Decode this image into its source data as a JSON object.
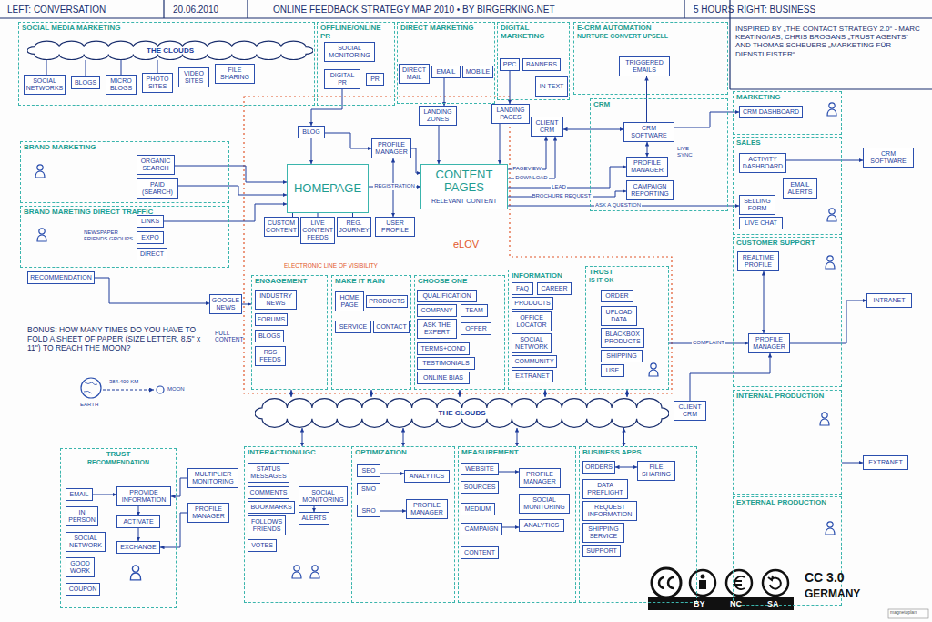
{
  "diagram": {
    "title": "ONLINE FEEDBACK STRATEGY MAP 2010 • BY BIRGERKING.NET",
    "nodes": [
      {
        "text": [
          "SOCIAL MEDIA MARKETING"
        ]
      },
      {
        "text": [
          "THE CLOUDS"
        ],
        "in": 0
      },
      {
        "text": [
          "SOCIAL NETWORKS"
        ],
        "in": 0
      },
      {
        "text": [
          "BLOGS"
        ],
        "in": 0
      },
      {
        "text": [
          "MICRO BLOGS"
        ],
        "in": 0
      },
      {
        "text": [
          "PHOTO SITES"
        ],
        "in": 0
      },
      {
        "text": [
          "VIDEO SITES"
        ],
        "in": 0
      },
      {
        "text": [
          "FILE SHARING"
        ],
        "in": 0
      },
      {
        "text": [
          "OFFLINE/ONLINE PR"
        ]
      },
      {
        "text": [
          "SOCIAL MONITORING"
        ],
        "in": 8
      },
      {
        "text": [
          "DIGITAL PR"
        ],
        "in": 8
      },
      {
        "text": [
          "PR"
        ],
        "in": 8
      },
      {
        "text": [
          "DIRECT MARKETING"
        ]
      },
      {
        "text": [
          "DIRECT MAIL"
        ],
        "in": 12
      },
      {
        "text": [
          "EMAIL"
        ],
        "in": 12
      },
      {
        "text": [
          "MOBILE"
        ],
        "in": 12
      },
      {
        "text": [
          "DIGITAL MARKETING"
        ]
      },
      {
        "text": [
          "PPC"
        ],
        "in": 16
      },
      {
        "text": [
          "BANNERS"
        ],
        "in": 16
      },
      {
        "text": [
          "IN TEXT"
        ],
        "in": 16
      },
      {
        "text": [
          "E-CRM AUTOMATION",
          "NURTURE CONVERT UPSELL"
        ]
      },
      {
        "text": [
          "TRIGGERED EMAILS"
        ],
        "in": 20
      },
      {
        "text": [
          "BLOG"
        ]
      },
      {
        "text": [
          "PROFILE MANAGER"
        ]
      },
      {
        "text": [
          "LANDING ZONES"
        ]
      },
      {
        "text": [
          "LANDING PAGES"
        ]
      },
      {
        "text": [
          "HOMEPAGE"
        ]
      },
      {
        "text": [
          "CUSTOM CONTENT"
        ]
      },
      {
        "text": [
          "LIVE CONTENT FEEDS"
        ]
      },
      {
        "text": [
          "REG. JOURNEY"
        ]
      },
      {
        "text": [
          "USER PROFILE"
        ]
      },
      {
        "text": [
          "CONTENT PAGES",
          "RELEVANT CONTENT"
        ]
      },
      {
        "text": [
          "CLIENT CRM"
        ]
      },
      {
        "text": [
          "CRM"
        ]
      },
      {
        "text": [
          "CRM SOFTWARE"
        ],
        "in": 33
      },
      {
        "text": [
          "PROFILE MANAGER"
        ],
        "in": 33
      },
      {
        "text": [
          "CAMPAIGN REPORTING"
        ],
        "in": 33
      },
      {
        "text": [
          "BRAND MARKETING"
        ]
      },
      {
        "text": [
          "ORGANIC SEARCH"
        ],
        "in": 37
      },
      {
        "text": [
          "PAID (SEARCH)"
        ],
        "in": 37
      },
      {
        "text": [
          "BRAND MARETING DIRECT TRAFFIC"
        ]
      },
      {
        "text": [
          "LINKS"
        ],
        "in": 40
      },
      {
        "text": [
          "EXPO"
        ],
        "in": 40
      },
      {
        "text": [
          "DIRECT"
        ],
        "in": 40
      },
      {
        "text": [
          "RECOMMENDATION"
        ]
      },
      {
        "text": [
          "GOOGLE NEWS"
        ]
      },
      {
        "text": [
          "ENGAGEMENT"
        ]
      },
      {
        "text": [
          "INDUSTRY NEWS"
        ],
        "in": 46
      },
      {
        "text": [
          "FORUMS"
        ],
        "in": 46
      },
      {
        "text": [
          "BLOGS"
        ],
        "in": 46
      },
      {
        "text": [
          "RSS FEEDS"
        ],
        "in": 46
      },
      {
        "text": [
          "MAKE IT RAIN"
        ]
      },
      {
        "text": [
          "HOME PAGE"
        ],
        "in": 51
      },
      {
        "text": [
          "PRODUCTS"
        ],
        "in": 51
      },
      {
        "text": [
          "SERVICE"
        ],
        "in": 51
      },
      {
        "text": [
          "CONTACT"
        ],
        "in": 51
      },
      {
        "text": [
          "CHOOSE ONE"
        ]
      },
      {
        "text": [
          "QUALIFICATION"
        ],
        "in": 56
      },
      {
        "text": [
          "COMPANY"
        ],
        "in": 56
      },
      {
        "text": [
          "TEAM"
        ],
        "in": 56
      },
      {
        "text": [
          "ASK THE EXPERT"
        ],
        "in": 56
      },
      {
        "text": [
          "OFFER"
        ],
        "in": 56
      },
      {
        "text": [
          "TERMS+COND"
        ],
        "in": 56
      },
      {
        "text": [
          "TESTIMONIALS"
        ],
        "in": 56
      },
      {
        "text": [
          "ONLINE BIAS"
        ],
        "in": 56
      },
      {
        "text": [
          "INFORMATION"
        ]
      },
      {
        "text": [
          "FAQ"
        ],
        "in": 65
      },
      {
        "text": [
          "CAREER"
        ],
        "in": 65
      },
      {
        "text": [
          "PRODUCTS"
        ],
        "in": 65
      },
      {
        "text": [
          "OFFICE LOCATOR"
        ],
        "in": 65
      },
      {
        "text": [
          "SOCIAL NETWORK"
        ],
        "in": 65
      },
      {
        "text": [
          "COMMUNITY"
        ],
        "in": 65
      },
      {
        "text": [
          "EXTRANET"
        ],
        "in": 65
      },
      {
        "text": [
          "TRUST",
          "IS IT OK"
        ]
      },
      {
        "text": [
          "ORDER"
        ],
        "in": 73
      },
      {
        "text": [
          "UPLOAD DATA"
        ],
        "in": 73
      },
      {
        "text": [
          "BLACKBOX PRODUCTS"
        ],
        "in": 73
      },
      {
        "text": [
          "SHIPPING"
        ],
        "in": 73
      },
      {
        "text": [
          "USE"
        ],
        "in": 73
      },
      {
        "text": [
          "THE CLOUDS"
        ]
      },
      {
        "text": [
          "TRUST",
          "RECOMMENDATION"
        ]
      },
      {
        "text": [
          "EMAIL"
        ],
        "in": 80
      },
      {
        "text": [
          "IN PERSON"
        ],
        "in": 80
      },
      {
        "text": [
          "SOCIAL NETWORK"
        ],
        "in": 80
      },
      {
        "text": [
          "GOOD WORK"
        ],
        "in": 80
      },
      {
        "text": [
          "COUPON"
        ],
        "in": 80
      },
      {
        "text": [
          "PROVIDE INFORMATION"
        ],
        "in": 80
      },
      {
        "text": [
          "ACTIVATE"
        ],
        "in": 80
      },
      {
        "text": [
          "EXCHANGE"
        ],
        "in": 80
      },
      {
        "text": [
          "MULTIPLIER MONITORING"
        ]
      },
      {
        "text": [
          "PROFILE MANAGER"
        ]
      },
      {
        "text": [
          "INTERACTION/UGC"
        ]
      },
      {
        "text": [
          "STATUS MESSAGES"
        ],
        "in": 91
      },
      {
        "text": [
          "COMMENTS"
        ],
        "in": 91
      },
      {
        "text": [
          "BOOKMARKS"
        ],
        "in": 91
      },
      {
        "text": [
          "FOLLOWS FRIENDS"
        ],
        "in": 91
      },
      {
        "text": [
          "VOTES"
        ],
        "in": 91
      },
      {
        "text": [
          "SOCIAL MONITORING"
        ],
        "in": 91
      },
      {
        "text": [
          "ALERTS"
        ],
        "in": 91
      },
      {
        "text": [
          "OPTIMIZATION"
        ]
      },
      {
        "text": [
          "SEO"
        ],
        "in": 99
      },
      {
        "text": [
          "SMO"
        ],
        "in": 99
      },
      {
        "text": [
          "SRO"
        ],
        "in": 99
      },
      {
        "text": [
          "ANALYTICS"
        ],
        "in": 99
      },
      {
        "text": [
          "PROFILE MANAGER"
        ],
        "in": 99
      },
      {
        "text": [
          "MEASUREMENT"
        ]
      },
      {
        "text": [
          "WEBSITE"
        ],
        "in": 105
      },
      {
        "text": [
          "SOURCES"
        ],
        "in": 105
      },
      {
        "text": [
          "MEDIUM"
        ],
        "in": 105
      },
      {
        "text": [
          "CAMPAIGN"
        ],
        "in": 105
      },
      {
        "text": [
          "CONTENT"
        ],
        "in": 105
      },
      {
        "text": [
          "PROFILE MANAGER"
        ],
        "in": 105
      },
      {
        "text": [
          "SOCIAL MONITORING"
        ],
        "in": 105
      },
      {
        "text": [
          "ANALYTICS"
        ],
        "in": 105
      },
      {
        "text": [
          "BUSINESS APPS"
        ]
      },
      {
        "text": [
          "ORDERS"
        ],
        "in": 114
      },
      {
        "text": [
          "FILE SHARING"
        ],
        "in": 114
      },
      {
        "text": [
          "DATA PREFLIGHT"
        ],
        "in": 114
      },
      {
        "text": [
          "REQUEST INFORMATION"
        ],
        "in": 114
      },
      {
        "text": [
          "SHIPPING SERVICE"
        ],
        "in": 114
      },
      {
        "text": [
          "SUPPORT"
        ],
        "in": 114
      },
      {
        "text": [
          "CLIENT CRM"
        ]
      },
      {
        "text": [
          "MARKETING"
        ]
      },
      {
        "text": [
          "CRM DASHBOARD"
        ],
        "in": 122
      },
      {
        "text": [
          "SALES"
        ]
      },
      {
        "text": [
          "ACTIVITY DASHBOARD"
        ],
        "in": 124
      },
      {
        "text": [
          "SELLING FORM"
        ],
        "in": 124
      },
      {
        "text": [
          "EMAIL ALERTS"
        ],
        "in": 124
      },
      {
        "text": [
          "LIVE CHAT"
        ],
        "in": 124
      },
      {
        "text": [
          "CUSTOMER SUPPORT"
        ]
      },
      {
        "text": [
          "REALTIME PROFILE"
        ],
        "in": 129
      },
      {
        "text": [
          "PROFILE MANAGER"
        ],
        "in": 129
      },
      {
        "text": [
          "INTERNAL PRODUCTION"
        ]
      },
      {
        "text": [
          "EXTERNAL PRODUCTION"
        ]
      },
      {
        "text": [
          "CRM SOFTWARE"
        ]
      },
      {
        "text": [
          "INTRANET"
        ]
      },
      {
        "text": [
          "EXTRANET"
        ]
      }
    ],
    "edges": [
      {
        "from": 1,
        "to": 2,
        "arrow": "none"
      },
      {
        "from": 1,
        "to": 3,
        "arrow": "none"
      },
      {
        "from": 1,
        "to": 4,
        "arrow": "none"
      },
      {
        "from": 1,
        "to": 5,
        "arrow": "none"
      },
      {
        "from": 10,
        "to": 22,
        "arrow": "to"
      },
      {
        "from": 14,
        "to": 24,
        "arrow": "to"
      },
      {
        "from": 17,
        "to": 25,
        "arrow": "to"
      },
      {
        "from": 22,
        "to": 26,
        "arrow": "to"
      },
      {
        "from": 22,
        "to": 23,
        "arrow": "to"
      },
      {
        "from": 24,
        "to": 31,
        "arrow": "to"
      },
      {
        "from": 25,
        "to": 31,
        "arrow": "to"
      },
      {
        "from": 23,
        "to": 31,
        "arrow": "to"
      },
      {
        "from": 23,
        "to": 30,
        "arrow": "both"
      },
      {
        "from": 26,
        "to": 31,
        "label": "REGISTRATION",
        "arrow": "to"
      },
      {
        "from": 26,
        "to": 27,
        "arrow": "none"
      },
      {
        "from": 26,
        "to": 28,
        "arrow": "none"
      },
      {
        "from": 26,
        "to": 29,
        "arrow": "none"
      },
      {
        "from": 31,
        "to": 32,
        "label": "PAGEVIEW",
        "arrow": "to"
      },
      {
        "from": 31,
        "to": 32,
        "label": "DOWNLOAD",
        "arrow": "to"
      },
      {
        "from": 31,
        "to": 35,
        "label": "LEAD",
        "arrow": "to"
      },
      {
        "from": 31,
        "to": 36,
        "label": "BROCHURE REQUEST",
        "arrow": "to"
      },
      {
        "from": 31,
        "to": 126,
        "label": "ASK A QUESTION",
        "arrow": "to"
      },
      {
        "from": 32,
        "to": 34,
        "arrow": "both"
      },
      {
        "from": 34,
        "to": 21,
        "arrow": "to"
      },
      {
        "from": 34,
        "to": 35,
        "arrow": "both"
      },
      {
        "from": 34,
        "to": 123,
        "arrow": "to"
      },
      {
        "from": 125,
        "to": 134,
        "arrow": "to"
      },
      {
        "from": 130,
        "to": 131,
        "arrow": "both"
      },
      {
        "from": 73,
        "to": 131,
        "label": "COMPLAINT",
        "arrow": "to"
      },
      {
        "from": 121,
        "to": 131,
        "arrow": "to"
      },
      {
        "from": 131,
        "to": 135,
        "arrow": "to"
      },
      {
        "from": 132,
        "to": 136,
        "arrow": "to"
      },
      {
        "from": 38,
        "to": 26,
        "arrow": "to"
      },
      {
        "from": 39,
        "to": 26,
        "arrow": "to"
      },
      {
        "from": 41,
        "to": 26,
        "arrow": "to"
      },
      {
        "from": 44,
        "to": 45,
        "arrow": "to"
      },
      {
        "from": 45,
        "to": 46,
        "arrow": "to"
      },
      {
        "from": 79,
        "to": 46,
        "arrow": "both"
      },
      {
        "from": 79,
        "to": 51,
        "arrow": "both"
      },
      {
        "from": 79,
        "to": 56,
        "arrow": "both"
      },
      {
        "from": 79,
        "to": 65,
        "arrow": "both"
      },
      {
        "from": 79,
        "to": 73,
        "arrow": "both"
      },
      {
        "from": 79,
        "to": 91,
        "arrow": "both"
      },
      {
        "from": 79,
        "to": 99,
        "arrow": "both"
      },
      {
        "from": 79,
        "to": 105,
        "arrow": "both"
      },
      {
        "from": 79,
        "to": 114,
        "arrow": "both"
      },
      {
        "from": 81,
        "to": 86,
        "arrow": "to"
      },
      {
        "from": 86,
        "to": 87,
        "arrow": "to"
      },
      {
        "from": 87,
        "to": 88,
        "arrow": "to"
      },
      {
        "from": 89,
        "to": 86,
        "arrow": "to"
      },
      {
        "from": 90,
        "to": 88,
        "arrow": "to"
      },
      {
        "from": 97,
        "to": 98,
        "arrow": "to"
      },
      {
        "from": 100,
        "to": 103,
        "arrow": "to"
      },
      {
        "from": 102,
        "to": 104,
        "arrow": "to"
      },
      {
        "from": 106,
        "to": 111,
        "arrow": "to"
      },
      {
        "from": 109,
        "to": 113,
        "arrow": "to"
      },
      {
        "from": 115,
        "to": 116,
        "arrow": "both"
      }
    ],
    "labels": [
      "LEFT: CONVERSATION",
      "20.06.2010",
      "5 HOURS",
      "RIGHT: BUSINESS",
      "INSPIRED BY „THE CONTACT STRATEGY 2.0“ - MARC KEATING/IAS, CHRIS BROGANS „TRUST AGENTS“ AND THOMAS SCHEUERS „MARKETING FÜR DIENSTLEISTER“",
      "eLOV",
      "ELECTRONIC LINE OF VISIBILITY",
      "NEWSPAPER FRIENDS GROUPS",
      "PULL CONTENT",
      "LIVE SYNC",
      "BONUS: HOW MANY TIMES DO YOU HAVE TO FOLD A SHEET OF PAPER (SIZE LETTER, 8,5\" x 11\") TO REACH THE MOON?",
      "EARTH",
      "384.400 KM",
      "MOON",
      "BY",
      "NC",
      "SA",
      "CC 3.0",
      "GERMANY",
      "magnetoplan"
    ]
  }
}
